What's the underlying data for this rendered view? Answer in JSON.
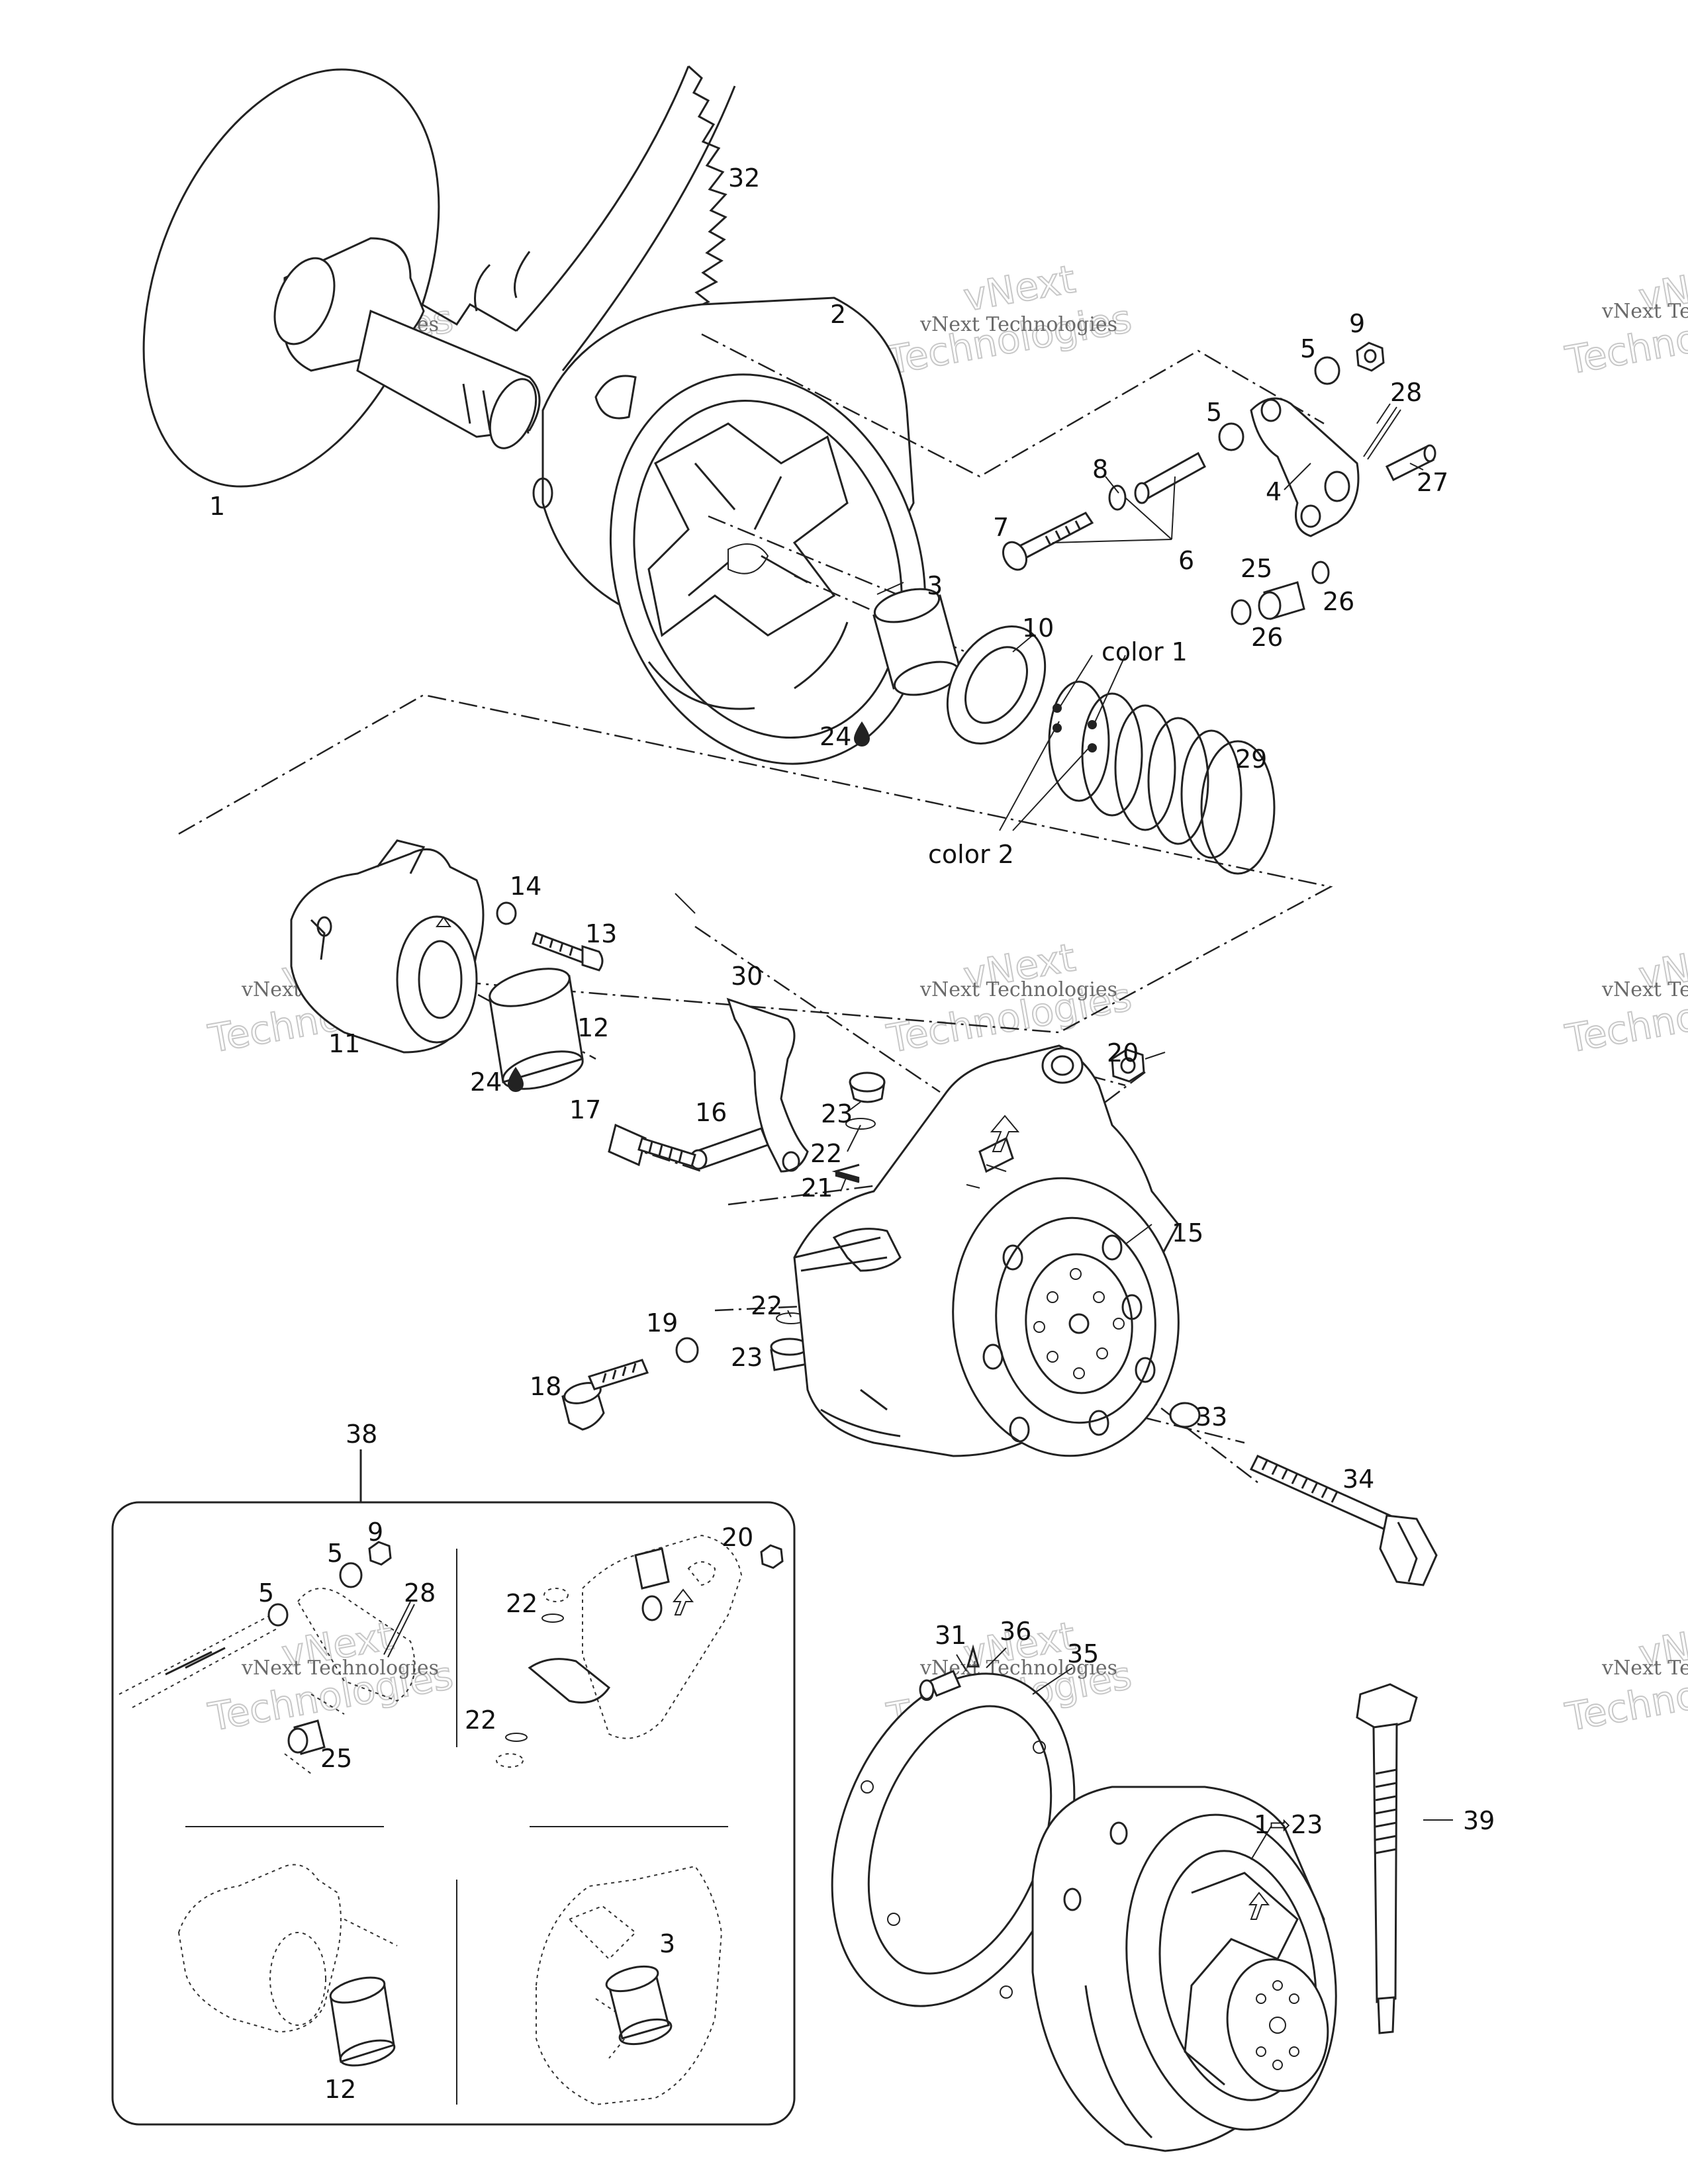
{
  "callouts": [
    {
      "id": "c1",
      "text": "1"
    },
    {
      "id": "c2",
      "text": "2"
    },
    {
      "id": "c3",
      "text": "3"
    },
    {
      "id": "c4",
      "text": "4"
    },
    {
      "id": "c5a",
      "text": "5"
    },
    {
      "id": "c5b",
      "text": "5"
    },
    {
      "id": "c6",
      "text": "6"
    },
    {
      "id": "c7",
      "text": "7"
    },
    {
      "id": "c8",
      "text": "8"
    },
    {
      "id": "c9",
      "text": "9"
    },
    {
      "id": "c10",
      "text": "10"
    },
    {
      "id": "c11",
      "text": "11"
    },
    {
      "id": "c12",
      "text": "12"
    },
    {
      "id": "c13",
      "text": "13"
    },
    {
      "id": "c14",
      "text": "14"
    },
    {
      "id": "c15",
      "text": "15"
    },
    {
      "id": "c16",
      "text": "16"
    },
    {
      "id": "c17",
      "text": "17"
    },
    {
      "id": "c18",
      "text": "18"
    },
    {
      "id": "c19",
      "text": "19"
    },
    {
      "id": "c20",
      "text": "20"
    },
    {
      "id": "c21",
      "text": "21"
    },
    {
      "id": "c22a",
      "text": "22"
    },
    {
      "id": "c22b",
      "text": "22"
    },
    {
      "id": "c23a",
      "text": "23"
    },
    {
      "id": "c23b",
      "text": "23"
    },
    {
      "id": "c24a",
      "text": "24"
    },
    {
      "id": "c24b",
      "text": "24"
    },
    {
      "id": "c25",
      "text": "25"
    },
    {
      "id": "c26a",
      "text": "26"
    },
    {
      "id": "c26b",
      "text": "26"
    },
    {
      "id": "c27",
      "text": "27"
    },
    {
      "id": "c28",
      "text": "28"
    },
    {
      "id": "c29",
      "text": "29"
    },
    {
      "id": "c30",
      "text": "30"
    },
    {
      "id": "c31",
      "text": "31"
    },
    {
      "id": "c32",
      "text": "32"
    },
    {
      "id": "c33",
      "text": "33"
    },
    {
      "id": "c34",
      "text": "34"
    },
    {
      "id": "c35",
      "text": "35"
    },
    {
      "id": "c36",
      "text": "36"
    },
    {
      "id": "c38",
      "text": "38"
    },
    {
      "id": "c39",
      "text": "39"
    },
    {
      "id": "color1",
      "text": "color 1"
    },
    {
      "id": "color2",
      "text": "color 2"
    },
    {
      "id": "kit",
      "text": "1⇨23"
    },
    {
      "id": "k9",
      "text": "9"
    },
    {
      "id": "k5a",
      "text": "5"
    },
    {
      "id": "k5b",
      "text": "5"
    },
    {
      "id": "k28",
      "text": "28"
    },
    {
      "id": "k25",
      "text": "25"
    },
    {
      "id": "k20",
      "text": "20"
    },
    {
      "id": "k22a",
      "text": "22"
    },
    {
      "id": "k22b",
      "text": "22"
    },
    {
      "id": "k3",
      "text": "3"
    },
    {
      "id": "k12",
      "text": "12"
    }
  ],
  "watermark": {
    "line1": "vNext Technologies",
    "line2": "vNext",
    "line3": "Technologies"
  },
  "colors": {
    "line": "#222222",
    "watermark_text": "#6a6a6a",
    "watermark_outline": "#c8c8c8"
  }
}
